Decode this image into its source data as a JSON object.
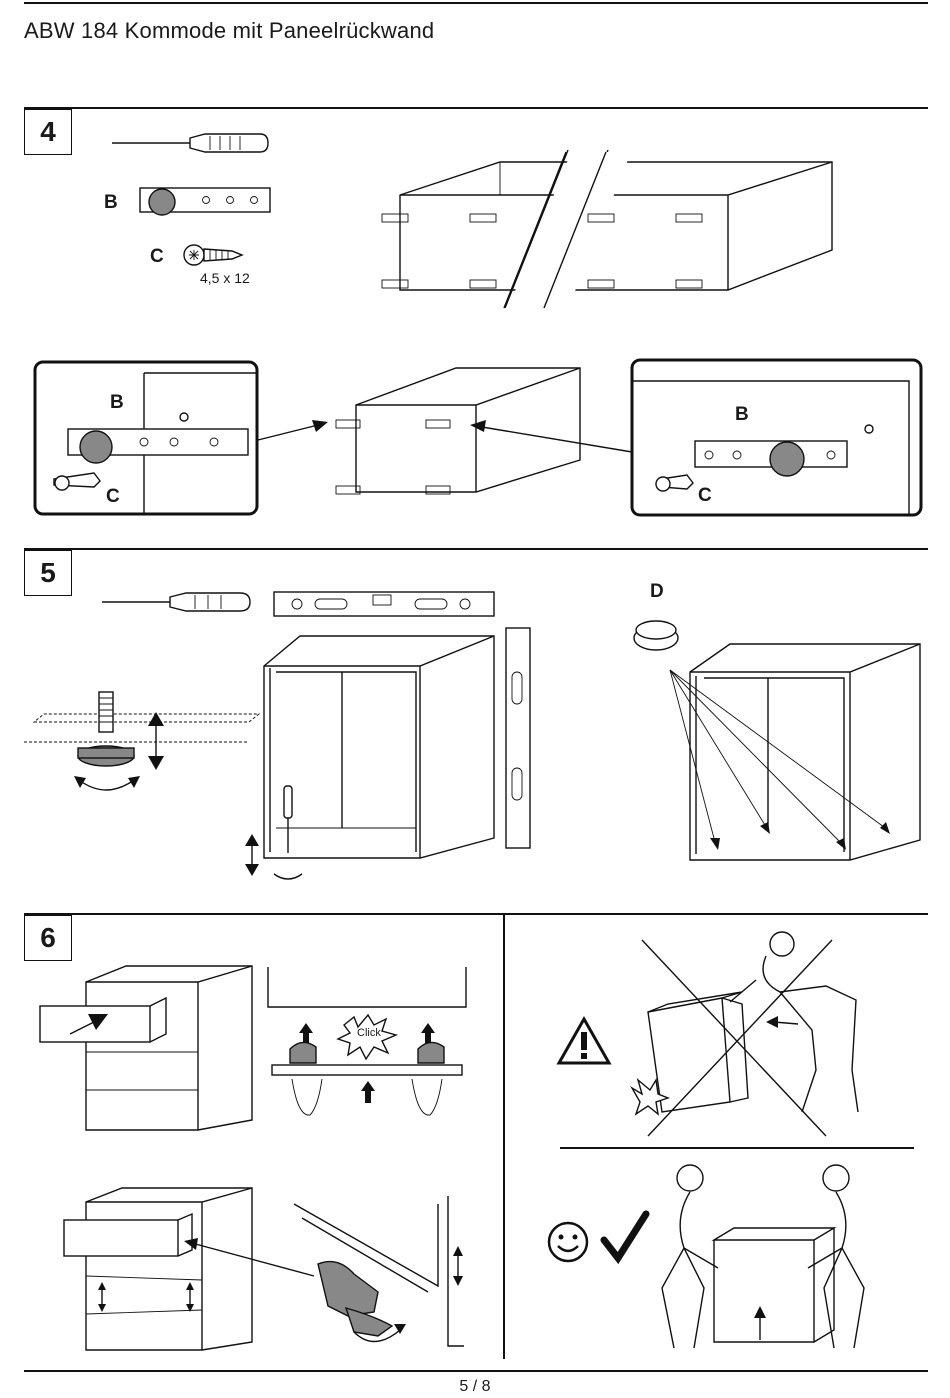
{
  "document": {
    "title": "ABW 184 Kommode mit Paneelrückwand",
    "page_number": "5 / 8"
  },
  "steps": [
    {
      "number": "4",
      "parts": {
        "b": "B",
        "c": "C",
        "screw_size": "4,5 x 12"
      },
      "detail_left": {
        "b": "B",
        "c": "C"
      },
      "detail_right": {
        "b": "B",
        "c": "C"
      }
    },
    {
      "number": "5",
      "part_d": "D"
    },
    {
      "number": "6",
      "click_label": "Click"
    }
  ],
  "icons": [
    "screwdriver-icon",
    "spirit-level-icon",
    "warning-triangle-icon",
    "smiley-icon",
    "checkmark-icon"
  ]
}
